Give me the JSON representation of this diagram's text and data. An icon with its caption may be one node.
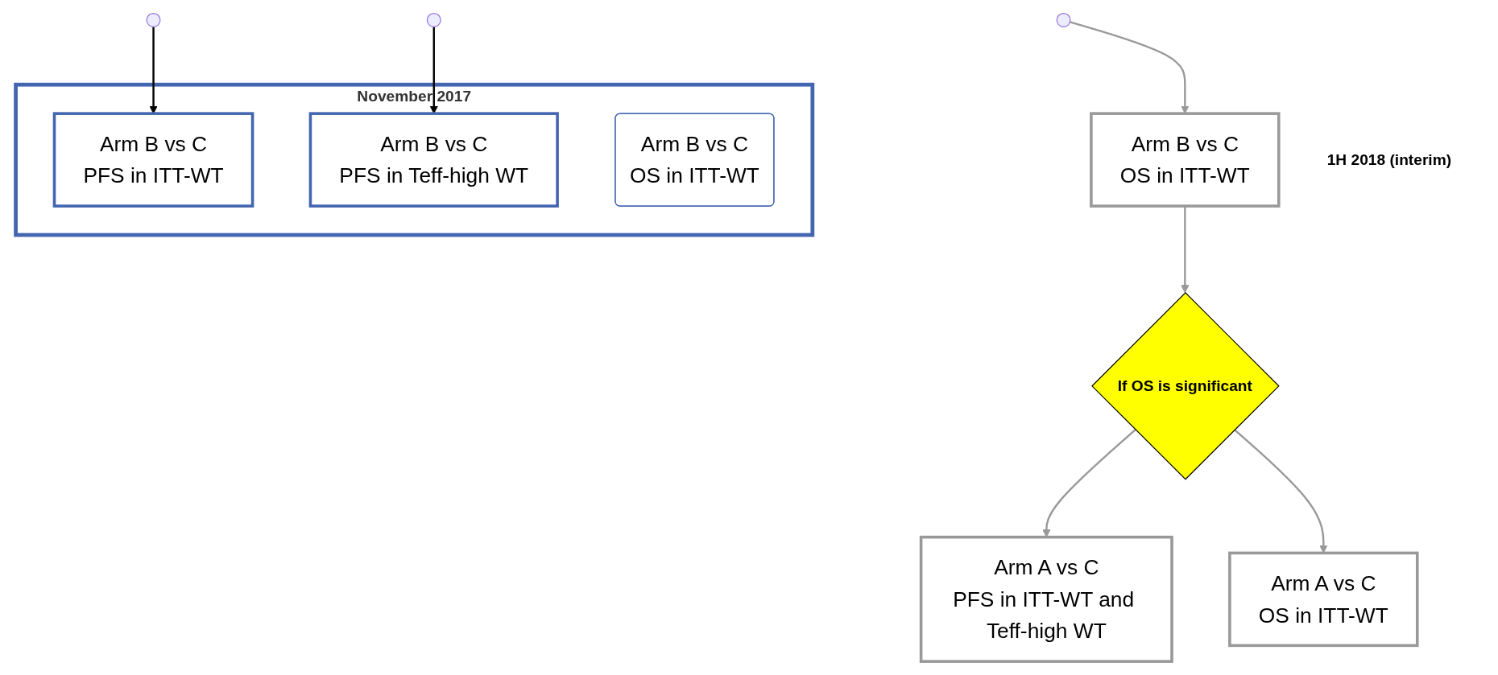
{
  "diagram": {
    "nodes": [
      {
        "text": [
          "November 2017"
        ]
      },
      {
        "text": [
          "Arm B vs C",
          "PFS in ITT-WT"
        ],
        "in": 0
      },
      {
        "text": [
          "Arm B vs C",
          "PFS in Teff-high WT"
        ],
        "in": 0
      },
      {
        "text": [
          "Arm B vs C",
          "OS in ITT-WT"
        ],
        "in": 0
      },
      {
        "text": [
          "Arm B vs C",
          "OS in ITT-WT"
        ],
        "beside": [
          "1H 2018 (interim)"
        ]
      },
      {
        "text": [
          "If OS is significant"
        ]
      },
      {
        "text": [
          "Arm A vs C",
          "PFS in ITT-WT and Teff-high WT"
        ]
      },
      {
        "text": [
          "Arm A vs C",
          "OS in ITT-WT"
        ]
      }
    ],
    "edges": [
      {
        "from": null,
        "to": 1,
        "arrow": "to",
        "color": "#000000"
      },
      {
        "from": null,
        "to": 2,
        "arrow": "to",
        "color": "#000000"
      },
      {
        "from": null,
        "to": 4,
        "arrow": "to"
      },
      {
        "from": 4,
        "to": 5,
        "arrow": "to"
      },
      {
        "from": 5,
        "to": 6,
        "arrow": "to"
      },
      {
        "from": 5,
        "to": 7,
        "arrow": "to"
      }
    ]
  }
}
